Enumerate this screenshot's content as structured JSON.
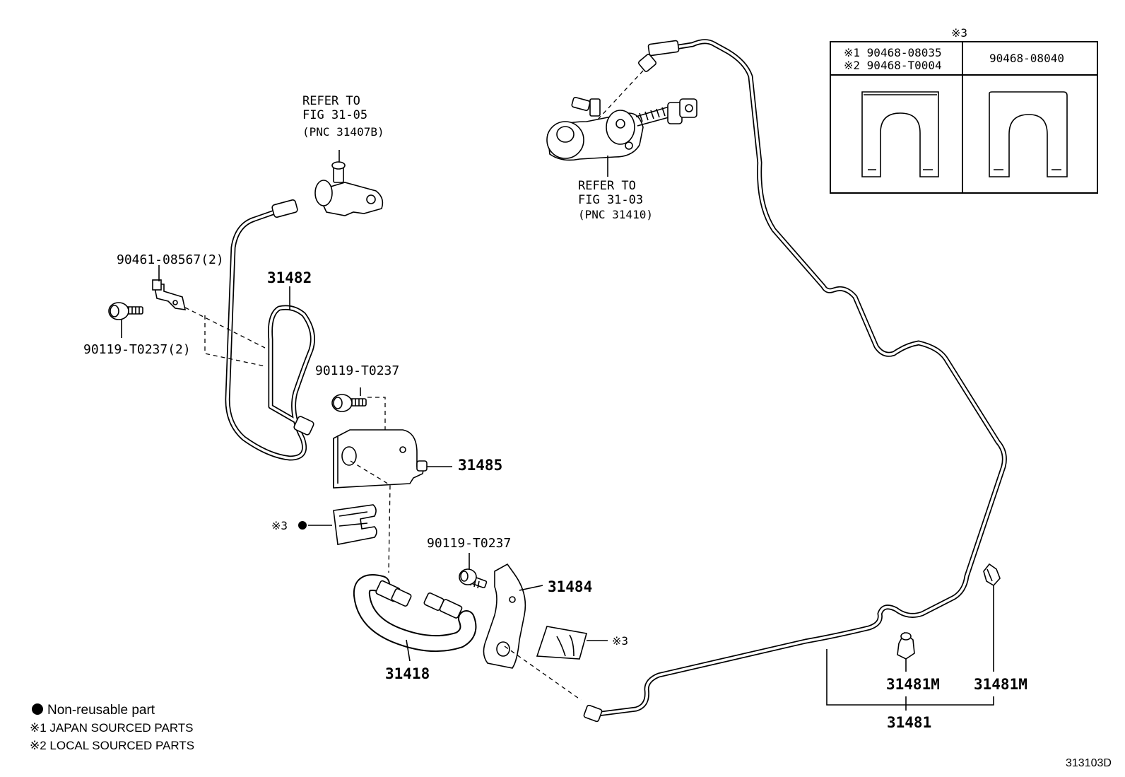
{
  "diagram_id": "313103D",
  "refer_master": {
    "line1": "REFER TO",
    "line2": "FIG 31-03",
    "line3": "(PNC 31410)"
  },
  "refer_union": {
    "line1": "REFER TO",
    "line2": "FIG 31-05",
    "line3": "(PNC 31407B)"
  },
  "parts": {
    "clip_top": "90461-08567(2)",
    "bolt_top": "90119-T0237(2)",
    "tube_31482": "31482",
    "bolt_mid": "90119-T0237",
    "bracket_31485": "31485",
    "clip_mark": "※3",
    "bolt_low": "90119-T0237",
    "bracket_31484": "31484",
    "clip_mark_right": "※3",
    "hose_31418": "31418",
    "clamp_a": "31481M",
    "clamp_b": "31481M",
    "tube_31481": "31481"
  },
  "inset": {
    "mark": "※3",
    "col1_line1": "※1 90468-08035",
    "col1_line2": "※2 90468-T0004",
    "col2": "90468-08040"
  },
  "legend": {
    "nonreusable": "Non-reusable part",
    "japan": "※1 JAPAN SOURCED PARTS",
    "local": "※2 LOCAL SOURCED PARTS"
  }
}
